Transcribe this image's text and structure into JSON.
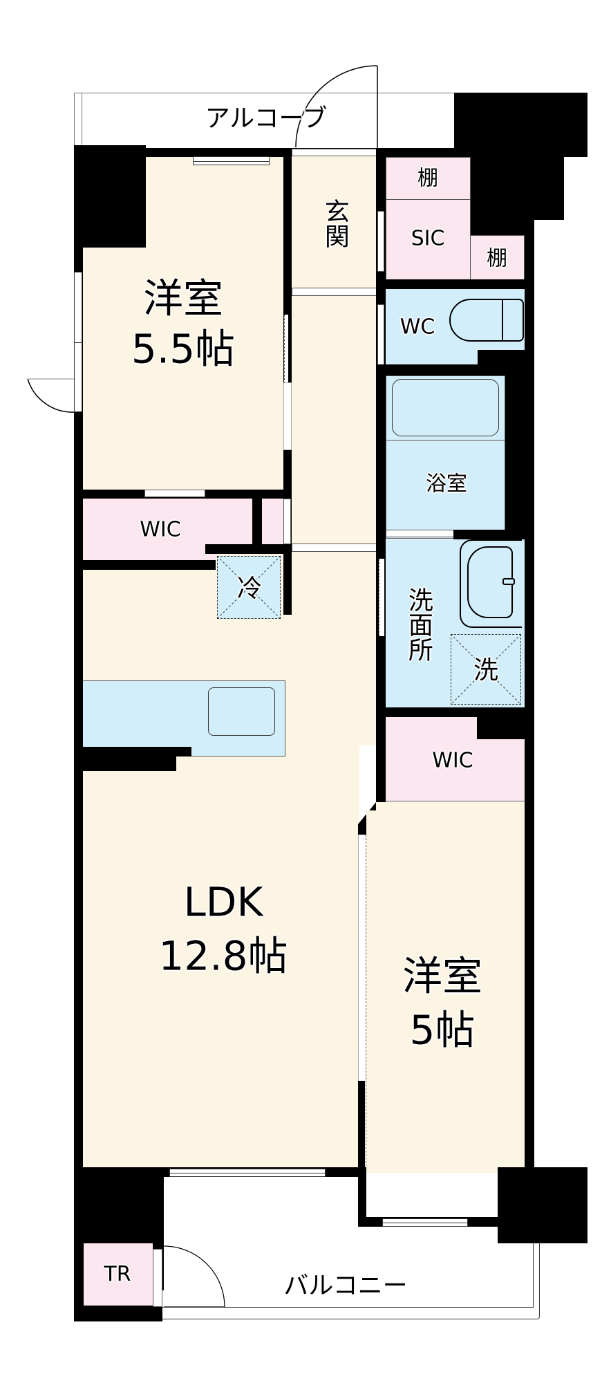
{
  "floorplan": {
    "colors": {
      "wall": "#000000",
      "living_floor": "#FDF5E3",
      "storage_floor": "#FCE6F0",
      "wet_area_floor": "#D3EEFB",
      "exterior": "#FFFFFF"
    },
    "rooms": {
      "alcove": "アルコーブ",
      "western_room_1_name": "洋室",
      "western_room_1_size": "5.5帖",
      "entrance": "玄関",
      "shelf_top": "棚",
      "sic": "SIC",
      "shelf_small": "棚",
      "wc": "WC",
      "wic_left": "WIC",
      "refrigerator": "冷",
      "bathroom": "浴室",
      "washroom": "洗面所",
      "washer": "洗",
      "wic_right": "WIC",
      "ldk_name": "LDK",
      "ldk_size": "12.8帖",
      "western_room_2_name": "洋室",
      "western_room_2_size": "5帖",
      "balcony": "バルコニー",
      "trunk_room": "TR"
    }
  }
}
